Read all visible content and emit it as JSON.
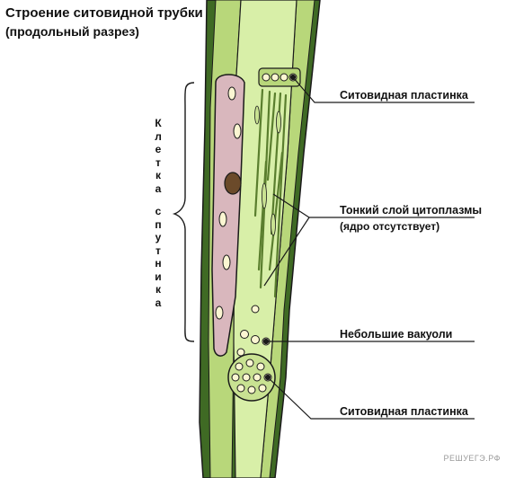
{
  "title": "Строение ситовидной трубки",
  "subtitle": "(продольный разрез)",
  "side_label_letters_1": [
    "К",
    "л",
    "е",
    "т",
    "к",
    "а"
  ],
  "side_label_letters_2": [
    "с",
    "п",
    "у",
    "т",
    "н",
    "и",
    "к",
    "а"
  ],
  "labels": {
    "sieve_plate_top": "Ситовидная пластинка",
    "cytoplasm_line1": "Тонкий слой цитоплазмы",
    "cytoplasm_line2": "(ядро отсутствует)",
    "vacuoles": "Небольшие вакуоли",
    "sieve_plate_bottom": "Ситовидная пластинка"
  },
  "watermark": "РЕШУЕГЭ.РФ",
  "colors": {
    "wall_dark": "#3f6a24",
    "wall_light": "#b8d77a",
    "lumen": "#d8efa8",
    "companion_cell": "#d9b7bd",
    "nucleus": "#6b4a2a",
    "vacuole": "#fbf6d2",
    "outline": "#1a1a1a"
  }
}
